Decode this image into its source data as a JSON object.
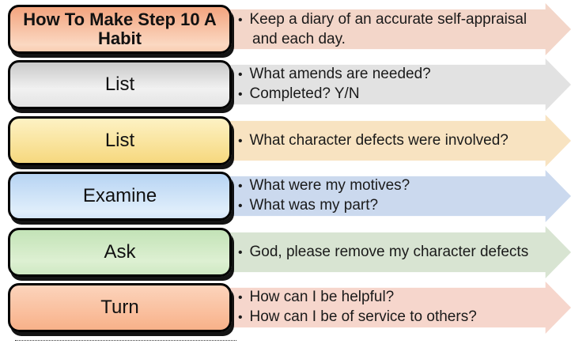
{
  "diagram": {
    "title": "How To Make Step 10 A Habit",
    "type": "process-step-diagram",
    "rows": [
      {
        "label": "How To Make Step 10 A Habit",
        "label_bold": true,
        "bullets": [
          "Keep a diary of an accurate self-appraisal and each day."
        ],
        "colors": {
          "box_top": "#f3a47e",
          "box_bottom": "#fbd8c2",
          "arrow": "#f3d6c9",
          "border": "#000000"
        }
      },
      {
        "label": "List",
        "label_bold": false,
        "bullets": [
          "What amends are needed?",
          "Completed? Y/N"
        ],
        "colors": {
          "box_top": "#c9c9c9",
          "box_bottom": "#e3e3e3",
          "arrow": "#e2e2e2",
          "border": "#000000"
        }
      },
      {
        "label": "List",
        "label_bold": false,
        "bullets": [
          "What character defects were involved?"
        ],
        "colors": {
          "box_top": "#fdf2c4",
          "box_bottom": "#f6d87e",
          "arrow": "#f8e3c1",
          "border": "#000000"
        }
      },
      {
        "label": "Examine",
        "label_bold": false,
        "bullets": [
          "What were my motives?",
          "What was my part?"
        ],
        "colors": {
          "box_top": "#b7d4f3",
          "box_bottom": "#d4e6f9",
          "arrow": "#cbd9ee",
          "border": "#000000"
        }
      },
      {
        "label": "Ask",
        "label_bold": false,
        "bullets": [
          "God, please remove my character defects"
        ],
        "colors": {
          "box_top": "#c3e3b7",
          "box_bottom": "#cfe9c3",
          "arrow": "#d8e4d2",
          "border": "#000000"
        }
      },
      {
        "label": "Turn",
        "label_bold": false,
        "bullets": [
          "How can I be helpful?",
          "How can I be of service to others?"
        ],
        "colors": {
          "box_top": "#fcd4bc",
          "box_bottom": "#f8b189",
          "arrow": "#f6d6cc",
          "border": "#000000"
        }
      }
    ]
  }
}
